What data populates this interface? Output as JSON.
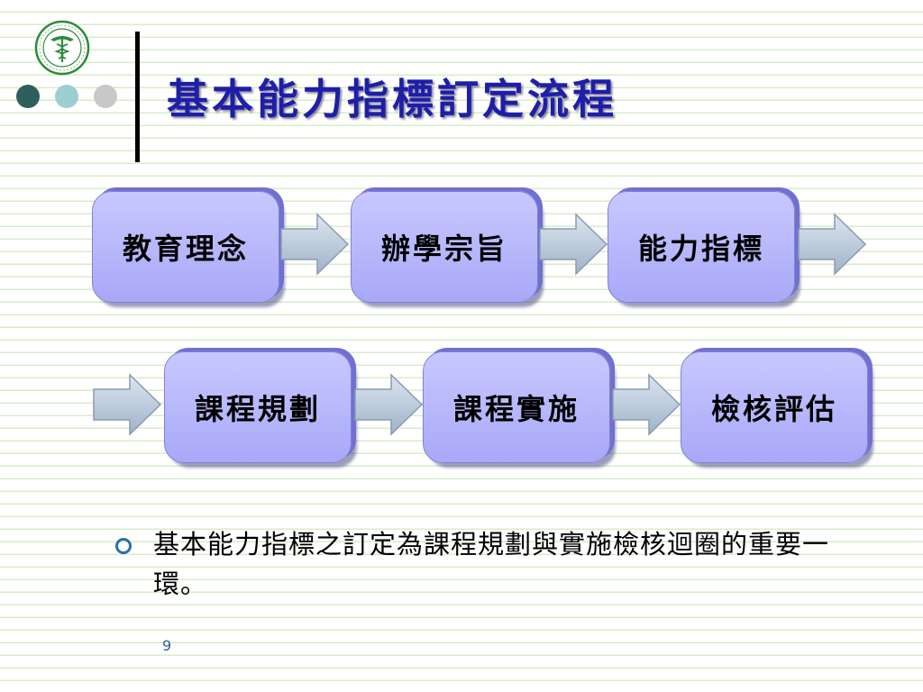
{
  "slide": {
    "title": "基本能力指標訂定流程",
    "flow_row1": [
      {
        "label": "教育理念"
      },
      {
        "label": "辦學宗旨"
      },
      {
        "label": "能力指標"
      }
    ],
    "flow_row2": [
      {
        "label": "課程規劃"
      },
      {
        "label": "課程實施"
      },
      {
        "label": "檢核評估"
      }
    ],
    "bullet": "基本能力指標之訂定為課程規劃與實施檢核迴圈的重要一環。",
    "page_number": "9"
  },
  "logo": {
    "icon": "university-seal-icon",
    "color": "#2e8b3a"
  },
  "dots": [
    {
      "icon": "dot-dark-teal",
      "color": "#2f5f5c"
    },
    {
      "icon": "dot-light-teal",
      "color": "#9ccfd2"
    },
    {
      "icon": "dot-gray",
      "color": "#c8c8c8"
    }
  ],
  "colors": {
    "title": "#1e1ea8",
    "box": "#b8b8ff",
    "arrow": "#b8c8dc",
    "rule_lines": "#d9ecc8"
  }
}
